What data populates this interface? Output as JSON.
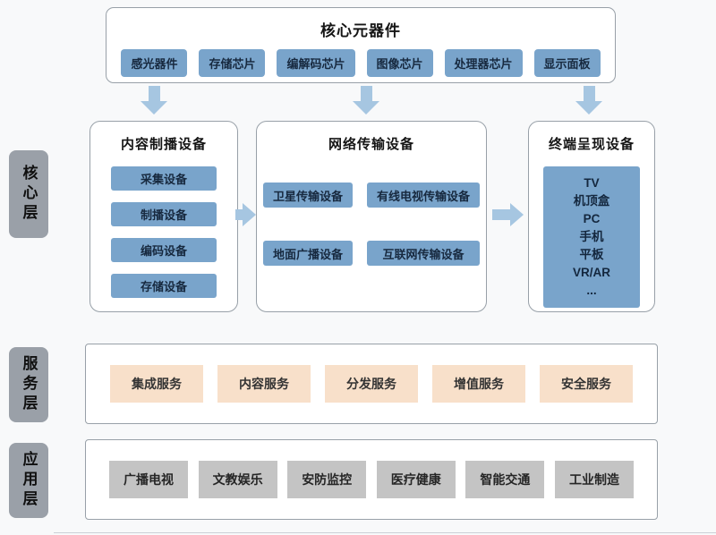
{
  "core_components": {
    "title": "核心元器件",
    "chips": [
      "感光器件",
      "存储芯片",
      "编解码芯片",
      "图像芯片",
      "处理器芯片",
      "显示面板"
    ]
  },
  "core_layer": {
    "label": "核心层",
    "content_production": {
      "title": "内容制播设备",
      "items": [
        "采集设备",
        "制播设备",
        "编码设备",
        "存储设备"
      ]
    },
    "network_transmission": {
      "title": "网络传输设备",
      "items": [
        "卫星传输设备",
        "有线电视传输设备",
        "地面广播设备",
        "互联网传输设备"
      ]
    },
    "terminal_presentation": {
      "title": "终端呈现设备",
      "devices": [
        "TV",
        "机顶盒",
        "PC",
        "手机",
        "平板",
        "VR/AR",
        "..."
      ]
    }
  },
  "service_layer": {
    "label": "服务层",
    "items": [
      "集成服务",
      "内容服务",
      "分发服务",
      "增值服务",
      "安全服务"
    ]
  },
  "application_layer": {
    "label": "应用层",
    "items": [
      "广播电视",
      "文教娱乐",
      "安防监控",
      "医疗健康",
      "智能交通",
      "工业制造"
    ]
  },
  "colors": {
    "chip_blue": "#79a4cb",
    "service_peach": "#f8e0ca",
    "application_gray": "#c4c4c4",
    "side_label_gray": "#9aa0a8",
    "arrow_blue": "#a6c6e1",
    "panel_border": "#98a0a8"
  }
}
